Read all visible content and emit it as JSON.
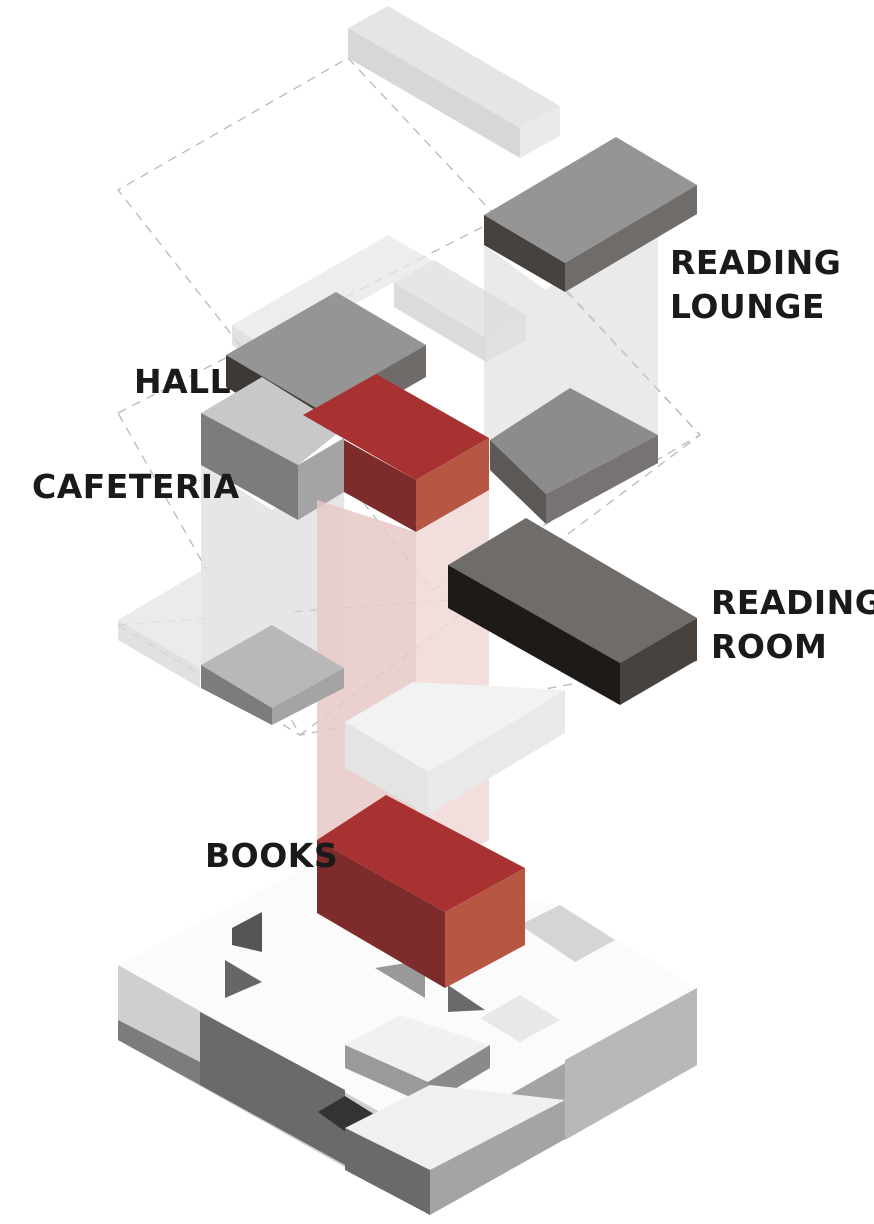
{
  "labels": {
    "reading_lounge_line1": "READING",
    "reading_lounge_line2": "LOUNGE",
    "hall": "HALL",
    "cafeteria": "CAFETERIA",
    "reading_room_line1": "READING",
    "reading_room_line2": "ROOM",
    "books": "BOOKS"
  },
  "colors": {
    "accent_red_top": "#a83232",
    "accent_red_left": "#7d2b2b",
    "accent_red_right": "#b75642",
    "dark_block": "#1d1a18",
    "grey_block": "#959595",
    "light_block": "#e6e6e6",
    "connector_red": "#e9cccc",
    "connector_grey": "#d9d9d9"
  }
}
